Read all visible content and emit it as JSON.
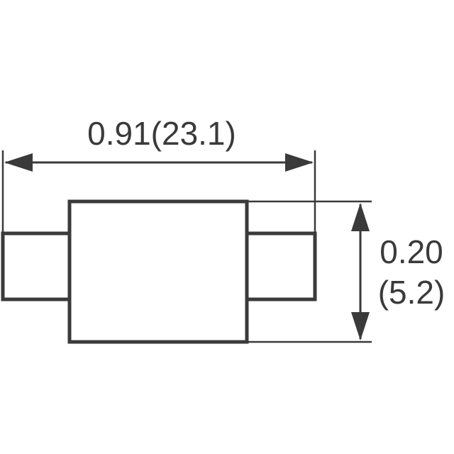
{
  "dimensions": {
    "width_label": "0.91(23.1)",
    "height_label_inch": "0.20",
    "height_label_mm": "(5.2)"
  },
  "colors": {
    "stroke": "#3a3a3a",
    "background": "#ffffff"
  }
}
